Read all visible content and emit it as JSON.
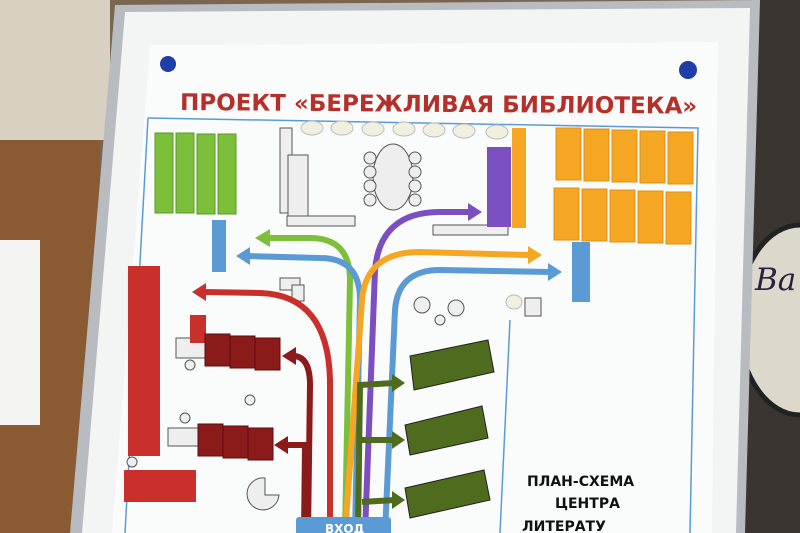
{
  "poster": {
    "title": "ПРОЕКТ «БЕРЕЖЛИВАЯ БИБЛИОТЕКА»",
    "plan_lines": [
      "ПЛАН-СХЕМА",
      "ЦЕНТРА",
      "ЛИТЕРАТУ"
    ],
    "entrance_label": "ВХОД"
  },
  "background": {
    "drum_text": "Ba"
  },
  "colors": {
    "green": "#7bbf3a",
    "orange": "#f5a623",
    "purple": "#7b4fc0",
    "blue": "#5b9bd5",
    "red": "#c9302c",
    "darkred": "#8b1a1a",
    "olive": "#4e6b1e",
    "title_red": "#b5302a"
  }
}
